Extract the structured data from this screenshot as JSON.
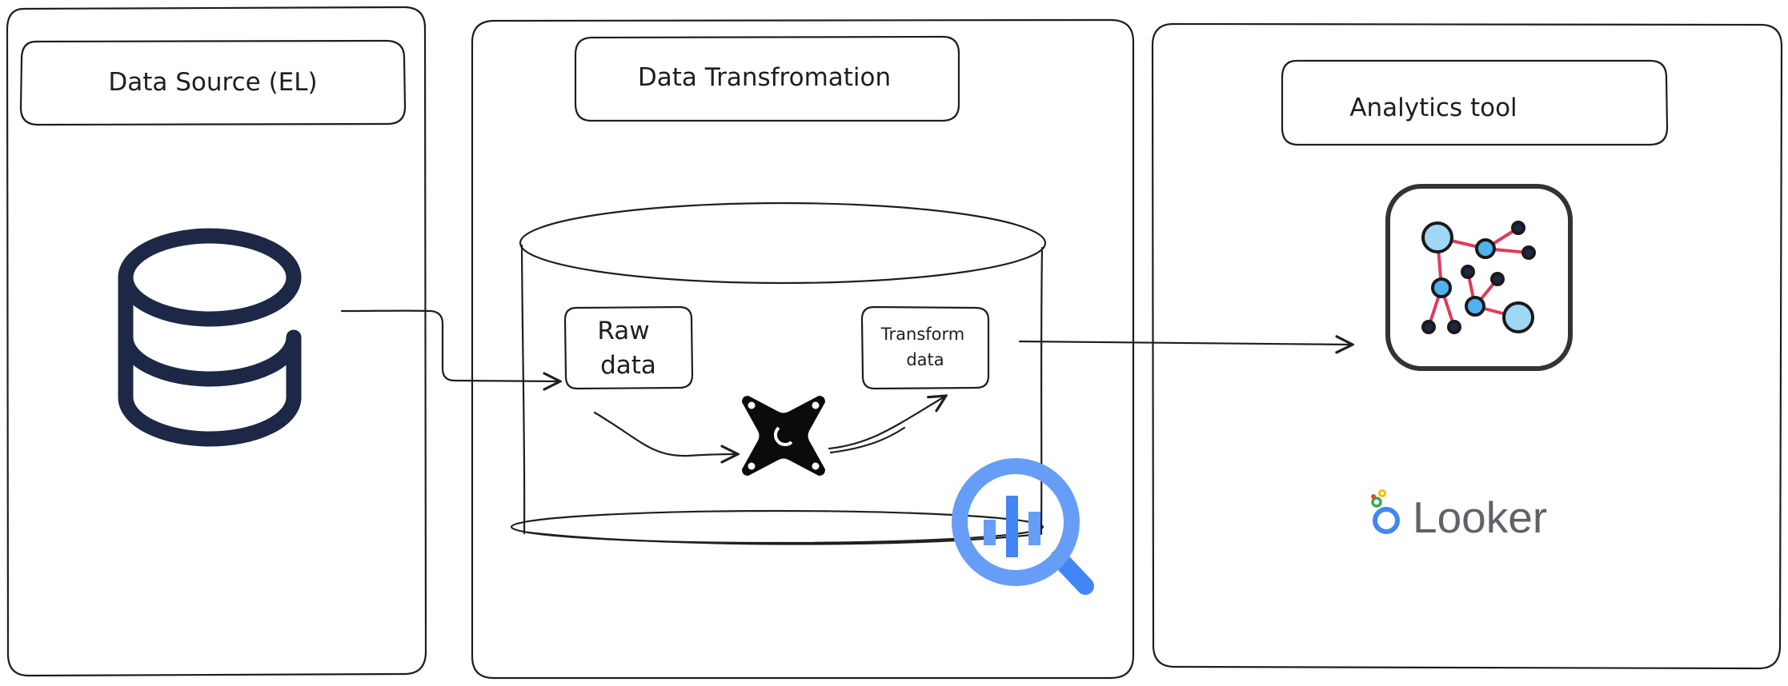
{
  "panels": {
    "source": {
      "title": "Data Source (EL)",
      "icon": "database-icon"
    },
    "transform": {
      "title": "Data Transfromation",
      "raw_box": {
        "line1": "Raw",
        "line2": "data"
      },
      "transform_box": {
        "line1": "Transform",
        "line2": "data"
      },
      "icons": [
        "dbt-icon",
        "bigquery-icon",
        "warehouse-cylinder-icon"
      ]
    },
    "analytics": {
      "title": "Analytics tool",
      "icon": "network-graph-icon",
      "looker": {
        "name": "Looker",
        "icon": "looker-logo-icon"
      }
    }
  },
  "colors": {
    "stroke": "#1e1e1e",
    "database_icon": "#1c2846",
    "bigquery_light": "#669df6",
    "bigquery_dark": "#4285f4",
    "graph_edges": "#e03a5b",
    "graph_nodes": "#4fb3f0",
    "graph_nodes_light": "#9fd7f5",
    "looker_text": "#5f6368"
  }
}
